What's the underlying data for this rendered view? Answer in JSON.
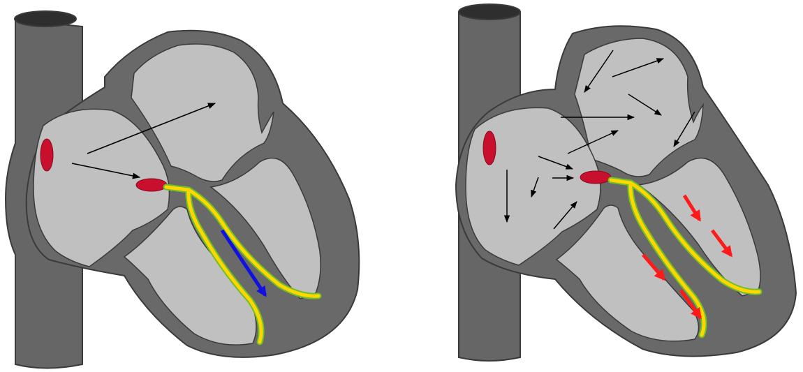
{
  "figure": {
    "panels": [
      {
        "id": "normal-conduction",
        "atrial_arrows": "black",
        "ventricular_arrows": "blue"
      },
      {
        "id": "atrial-fibrillation",
        "atrial_arrows": "black",
        "ventricular_arrows": "red"
      }
    ]
  },
  "colors": {
    "wall": "#696969",
    "wall_outline": "#3a3a3a",
    "chamber": "#c0c0c0",
    "vessel": "#666666",
    "vessel_top": "#2e2e2e",
    "node": "#c8102e",
    "bundle": "#ffd700",
    "bundle_edge": "#6fbf2a",
    "arrow_black": "#000000",
    "arrow_blue": "#1010e0",
    "arrow_red": "#ff1a1a"
  }
}
